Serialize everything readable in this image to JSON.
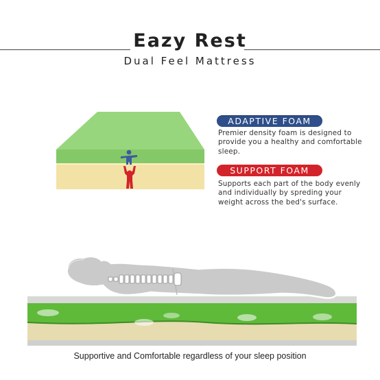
{
  "header": {
    "title": "Eazy Rest",
    "subtitle": "Dual Feel Mattress"
  },
  "features": [
    {
      "label": "ADAPTIVE FOAM",
      "color": "#2f4f8a",
      "lines": [
        "Premier density foam is designed to",
        "provide you a healthy and comfortable",
        "sleep."
      ]
    },
    {
      "label": "SUPPORT FOAM",
      "color": "#d3232a",
      "lines": [
        "Supports each part of the body evenly",
        "and individually by spreding your",
        "weight across the bed's surface."
      ]
    }
  ],
  "colors": {
    "adaptive_foam_layer": "#8cce72",
    "support_foam_layer": "#f3e2a6",
    "figure_blue": "#3e5ba0",
    "figure_red": "#d3232a",
    "body_silhouette": "#c9c9cb"
  },
  "icons": {
    "adaptive_figure": "blue-person-icon",
    "support_figure": "red-person-icon",
    "body_silhouette": "lying-person-silhouette",
    "spine": "spine-icon"
  },
  "caption": "Supportive and Comfortable regardless of your sleep position"
}
